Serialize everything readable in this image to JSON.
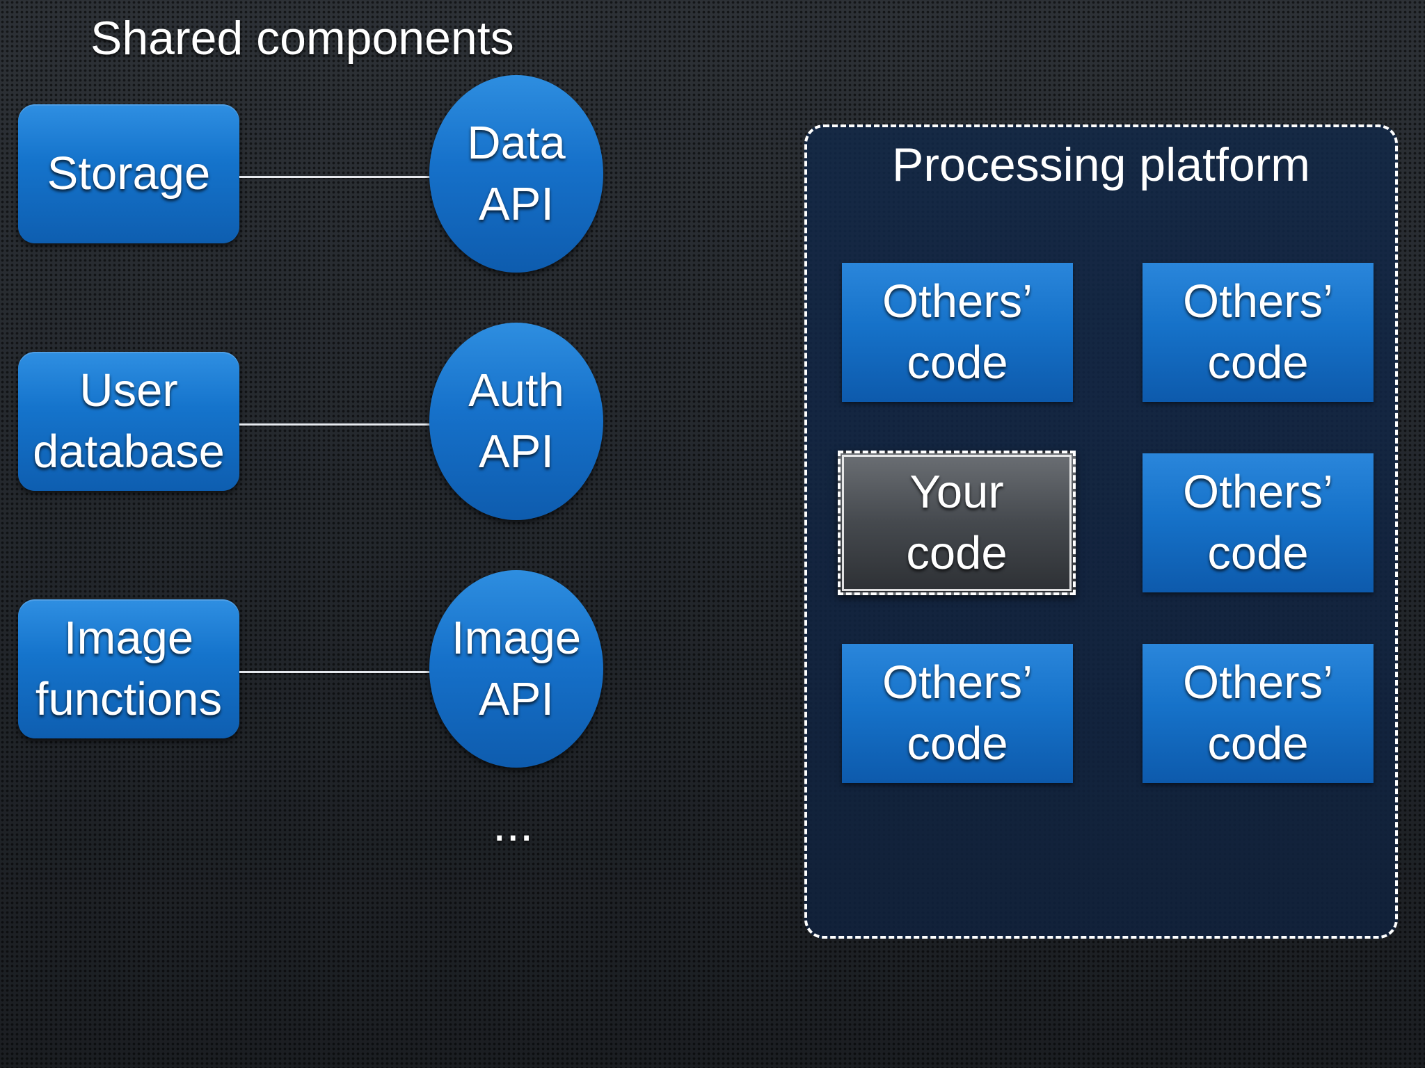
{
  "title": "Shared components",
  "components": [
    {
      "name": "Storage",
      "api": "Data API"
    },
    {
      "name": "User database",
      "api": "Auth API"
    },
    {
      "name": "Image functions",
      "api": "Image API"
    }
  ],
  "ellipsis": "...",
  "platform": {
    "title": "Processing platform",
    "tiles": [
      {
        "label": "Others’ code"
      },
      {
        "label": "Others’ code"
      },
      {
        "label": "Your code",
        "highlighted": true
      },
      {
        "label": "Others’ code"
      },
      {
        "label": "Others’ code"
      },
      {
        "label": "Others’ code"
      }
    ]
  },
  "colors": {
    "box_blue": "#1574cc",
    "your_code_gray": "#45494e",
    "background": "#24282d"
  }
}
